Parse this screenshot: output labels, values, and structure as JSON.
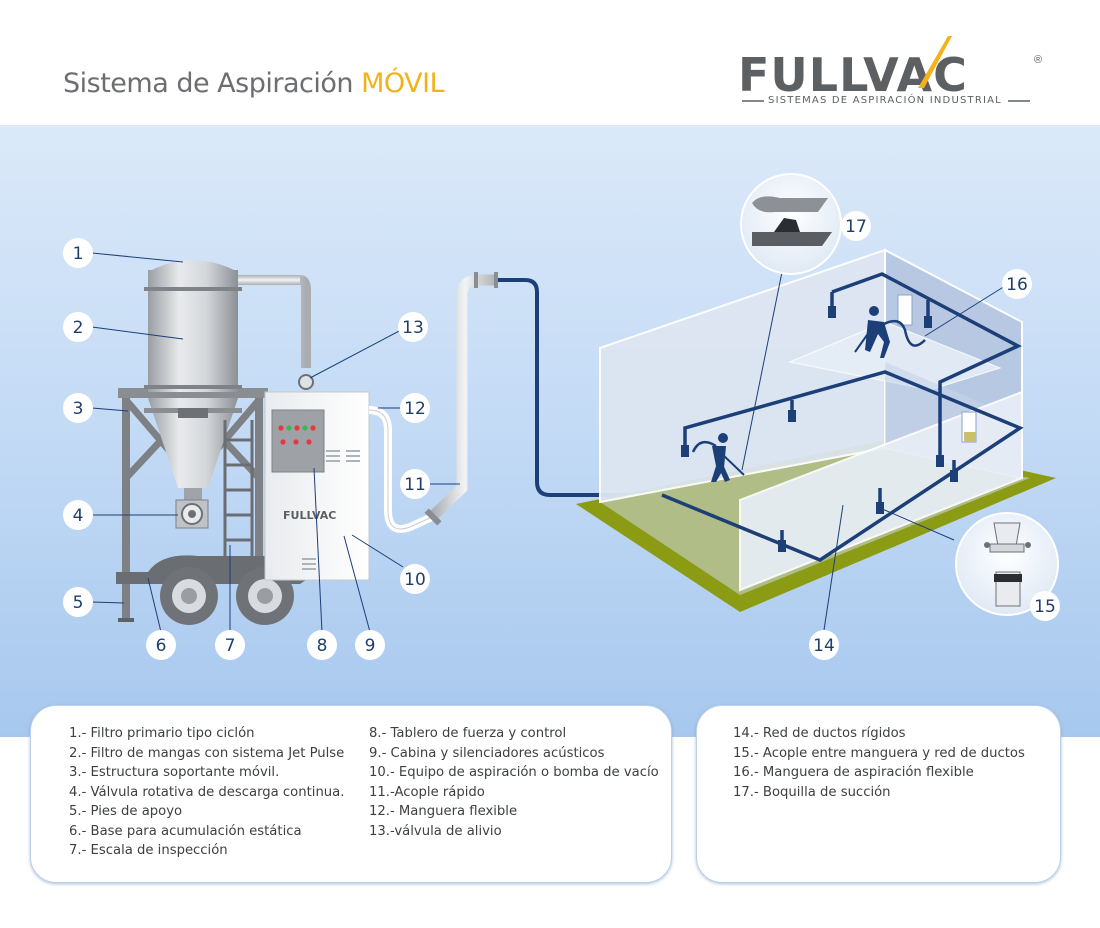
{
  "header": {
    "title_prefix": "Sistema de Aspiración",
    "title_highlight": "MÓVIL",
    "logo_text": "FULLVAC",
    "logo_registered": "®",
    "logo_tagline": "SISTEMAS DE ASPIRACIÓN INDUSTRIAL",
    "highlight_color": "#f4b21a"
  },
  "diagram": {
    "cabinet_brand": "FULLVAC",
    "callouts": [
      "1",
      "2",
      "3",
      "4",
      "5",
      "6",
      "7",
      "8",
      "9",
      "10",
      "11",
      "12",
      "13",
      "14",
      "15",
      "16",
      "17"
    ]
  },
  "legend": {
    "col1": [
      "1.- Filtro primario tipo ciclón",
      "2.- Filtro de mangas con sistema Jet Pulse",
      "3.- Estructura soportante móvil.",
      "4.- Válvula rotativa de descarga  continua.",
      "5.- Pies de apoyo",
      "6.- Base para acumulación estática",
      "7.- Escala de inspección"
    ],
    "col2": [
      "8.- Tablero de fuerza y control",
      "9.- Cabina y silenciadores acústicos",
      "10.- Equipo de aspiración o bomba de vacío",
      "11.-Acople rápido",
      "12.- Manguera flexible",
      "13.-válvula de alivio"
    ],
    "col3": [
      "14.- Red de ductos rígidos",
      "15.- Acople entre manguera y red de ductos",
      "16.- Manguera de aspiración flexible",
      "17.- Boquilla de succión"
    ]
  }
}
